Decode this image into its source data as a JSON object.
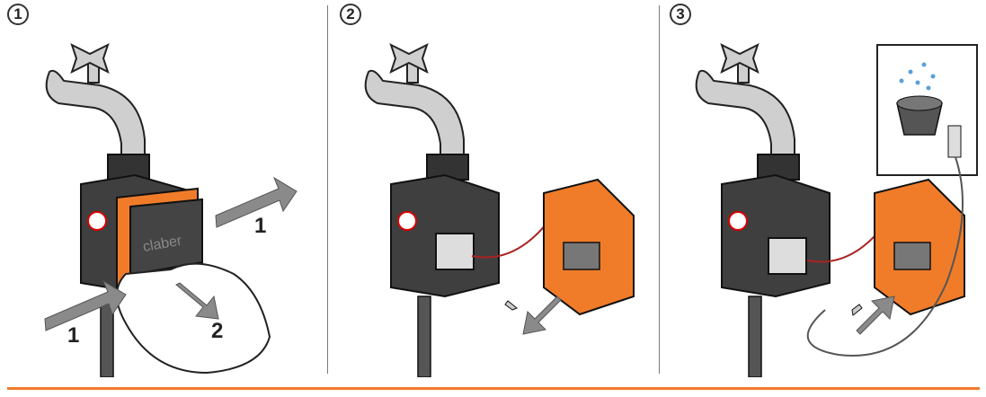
{
  "steps": [
    {
      "number": "1",
      "labels": [
        "1",
        "1",
        "2"
      ],
      "brand": "claber"
    },
    {
      "number": "2"
    },
    {
      "number": "3"
    }
  ],
  "colors": {
    "accent": "#f07c2a",
    "body_dark": "#3f3f3f",
    "faucet": "#c9c9c9",
    "outline": "#222222",
    "arrow": "#8a8a8a"
  }
}
